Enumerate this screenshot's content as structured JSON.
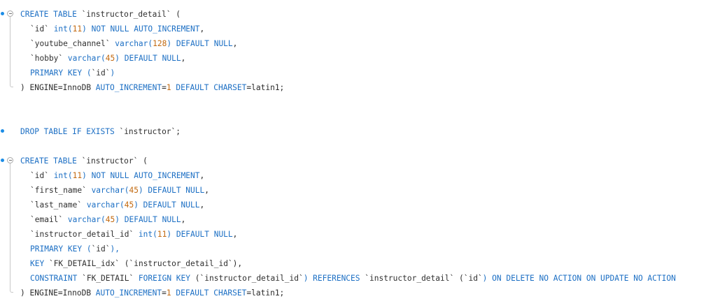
{
  "editor": {
    "lines": [
      {
        "dot": true,
        "fold": "start",
        "indent": false,
        "tokens": [
          {
            "t": "CREATE TABLE ",
            "c": "kw"
          },
          {
            "t": "`instructor_detail`",
            "c": "id"
          },
          {
            "t": " (",
            "c": "plain"
          }
        ]
      },
      {
        "dot": false,
        "fold": "mid",
        "indent": true,
        "tokens": [
          {
            "t": "`id`",
            "c": "id"
          },
          {
            "t": " int(",
            "c": "kw"
          },
          {
            "t": "11",
            "c": "num"
          },
          {
            "t": ") NOT NULL AUTO_INCREMENT",
            "c": "kw"
          },
          {
            "t": ",",
            "c": "plain"
          }
        ]
      },
      {
        "dot": false,
        "fold": "mid",
        "indent": true,
        "tokens": [
          {
            "t": "`youtube_channel`",
            "c": "id"
          },
          {
            "t": " varchar(",
            "c": "kw"
          },
          {
            "t": "128",
            "c": "num"
          },
          {
            "t": ") DEFAULT NULL",
            "c": "kw"
          },
          {
            "t": ",",
            "c": "plain"
          }
        ]
      },
      {
        "dot": false,
        "fold": "mid",
        "indent": true,
        "tokens": [
          {
            "t": "`hobby`",
            "c": "id"
          },
          {
            "t": " varchar(",
            "c": "kw"
          },
          {
            "t": "45",
            "c": "num"
          },
          {
            "t": ") DEFAULT NULL",
            "c": "kw"
          },
          {
            "t": ",",
            "c": "plain"
          }
        ]
      },
      {
        "dot": false,
        "fold": "mid",
        "indent": true,
        "tokens": [
          {
            "t": "PRIMARY KEY (",
            "c": "kw"
          },
          {
            "t": "`id`",
            "c": "id"
          },
          {
            "t": ")",
            "c": "kw"
          }
        ]
      },
      {
        "dot": false,
        "fold": "end",
        "indent": false,
        "tokens": [
          {
            "t": ") ENGINE",
            "c": "plain"
          },
          {
            "t": "=",
            "c": "plain"
          },
          {
            "t": "InnoDB",
            "c": "plain"
          },
          {
            "t": " AUTO_INCREMENT",
            "c": "kw"
          },
          {
            "t": "=",
            "c": "plain"
          },
          {
            "t": "1",
            "c": "num"
          },
          {
            "t": " DEFAULT CHARSET",
            "c": "kw"
          },
          {
            "t": "=",
            "c": "plain"
          },
          {
            "t": "latin1;",
            "c": "plain"
          }
        ]
      },
      {
        "dot": false,
        "fold": "none",
        "indent": false,
        "tokens": []
      },
      {
        "dot": false,
        "fold": "none",
        "indent": false,
        "tokens": []
      },
      {
        "dot": true,
        "fold": "none",
        "indent": false,
        "tokens": [
          {
            "t": "DROP TABLE IF EXISTS ",
            "c": "kw"
          },
          {
            "t": "`instructor`",
            "c": "id"
          },
          {
            "t": ";",
            "c": "plain"
          }
        ]
      },
      {
        "dot": false,
        "fold": "none",
        "indent": false,
        "tokens": []
      },
      {
        "dot": true,
        "fold": "start",
        "indent": false,
        "tokens": [
          {
            "t": "CREATE TABLE ",
            "c": "kw"
          },
          {
            "t": "`instructor`",
            "c": "id"
          },
          {
            "t": " (",
            "c": "plain"
          }
        ]
      },
      {
        "dot": false,
        "fold": "mid",
        "indent": true,
        "tokens": [
          {
            "t": "`id`",
            "c": "id"
          },
          {
            "t": " int(",
            "c": "kw"
          },
          {
            "t": "11",
            "c": "num"
          },
          {
            "t": ") NOT NULL AUTO_INCREMENT",
            "c": "kw"
          },
          {
            "t": ",",
            "c": "plain"
          }
        ]
      },
      {
        "dot": false,
        "fold": "mid",
        "indent": true,
        "tokens": [
          {
            "t": "`first_name`",
            "c": "id"
          },
          {
            "t": " varchar(",
            "c": "kw"
          },
          {
            "t": "45",
            "c": "num"
          },
          {
            "t": ") DEFAULT NULL",
            "c": "kw"
          },
          {
            "t": ",",
            "c": "plain"
          }
        ]
      },
      {
        "dot": false,
        "fold": "mid",
        "indent": true,
        "tokens": [
          {
            "t": "`last_name`",
            "c": "id"
          },
          {
            "t": " varchar(",
            "c": "kw"
          },
          {
            "t": "45",
            "c": "num"
          },
          {
            "t": ") DEFAULT NULL",
            "c": "kw"
          },
          {
            "t": ",",
            "c": "plain"
          }
        ]
      },
      {
        "dot": false,
        "fold": "mid",
        "indent": true,
        "tokens": [
          {
            "t": "`email`",
            "c": "id"
          },
          {
            "t": " varchar(",
            "c": "kw"
          },
          {
            "t": "45",
            "c": "num"
          },
          {
            "t": ") DEFAULT NULL",
            "c": "kw"
          },
          {
            "t": ",",
            "c": "plain"
          }
        ]
      },
      {
        "dot": false,
        "fold": "mid",
        "indent": true,
        "tokens": [
          {
            "t": "`instructor_detail_id`",
            "c": "id"
          },
          {
            "t": " int(",
            "c": "kw"
          },
          {
            "t": "11",
            "c": "num"
          },
          {
            "t": ") DEFAULT NULL",
            "c": "kw"
          },
          {
            "t": ",",
            "c": "plain"
          }
        ]
      },
      {
        "dot": false,
        "fold": "mid",
        "indent": true,
        "tokens": [
          {
            "t": "PRIMARY KEY (",
            "c": "kw"
          },
          {
            "t": "`id`",
            "c": "id"
          },
          {
            "t": "),",
            "c": "kw"
          }
        ]
      },
      {
        "dot": false,
        "fold": "mid",
        "indent": true,
        "tokens": [
          {
            "t": "KEY ",
            "c": "kw"
          },
          {
            "t": "`FK_DETAIL_idx`",
            "c": "id"
          },
          {
            "t": " (",
            "c": "plain"
          },
          {
            "t": "`instructor_detail_id`",
            "c": "id"
          },
          {
            "t": "),",
            "c": "plain"
          }
        ]
      },
      {
        "dot": false,
        "fold": "mid",
        "indent": true,
        "tokens": [
          {
            "t": "CONSTRAINT ",
            "c": "kw"
          },
          {
            "t": "`FK_DETAIL`",
            "c": "id"
          },
          {
            "t": " FOREIGN KEY ",
            "c": "kw"
          },
          {
            "t": "(",
            "c": "plain"
          },
          {
            "t": "`instructor_detail_id`",
            "c": "id"
          },
          {
            "t": ") REFERENCES ",
            "c": "kw"
          },
          {
            "t": "`instructor_detail`",
            "c": "id"
          },
          {
            "t": " (",
            "c": "plain"
          },
          {
            "t": "`id`",
            "c": "id"
          },
          {
            "t": ") ON DELETE NO ACTION ON UPDATE NO ACTION",
            "c": "kw"
          }
        ]
      },
      {
        "dot": false,
        "fold": "end",
        "indent": false,
        "tokens": [
          {
            "t": ") ENGINE",
            "c": "plain"
          },
          {
            "t": "=",
            "c": "plain"
          },
          {
            "t": "InnoDB",
            "c": "plain"
          },
          {
            "t": " AUTO_INCREMENT",
            "c": "kw"
          },
          {
            "t": "=",
            "c": "plain"
          },
          {
            "t": "1",
            "c": "num"
          },
          {
            "t": " DEFAULT CHARSET",
            "c": "kw"
          },
          {
            "t": "=",
            "c": "plain"
          },
          {
            "t": "latin1;",
            "c": "plain"
          }
        ]
      }
    ]
  },
  "icons": {
    "statement_marker": "statement-dot-icon",
    "fold_toggle": "fold-collapse-icon"
  },
  "colors": {
    "keyword": "#1c6fc4",
    "number": "#c2690f",
    "identifier": "#303030",
    "marker": "#1c8de6"
  }
}
